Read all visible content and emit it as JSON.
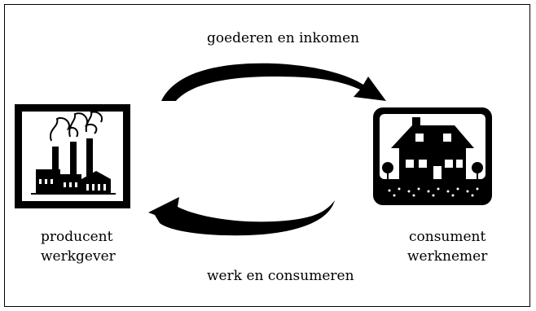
{
  "top_flow": {
    "label": "goederen en inkomen"
  },
  "bottom_flow": {
    "label": "werk en consumeren"
  },
  "producer": {
    "line1": "producent",
    "line2": "werkgever",
    "icon": "factory-icon"
  },
  "consumer": {
    "line1": "consument",
    "line2": "werknemer",
    "icon": "house-icon"
  },
  "colors": {
    "ink": "#000000",
    "paper": "#ffffff"
  }
}
